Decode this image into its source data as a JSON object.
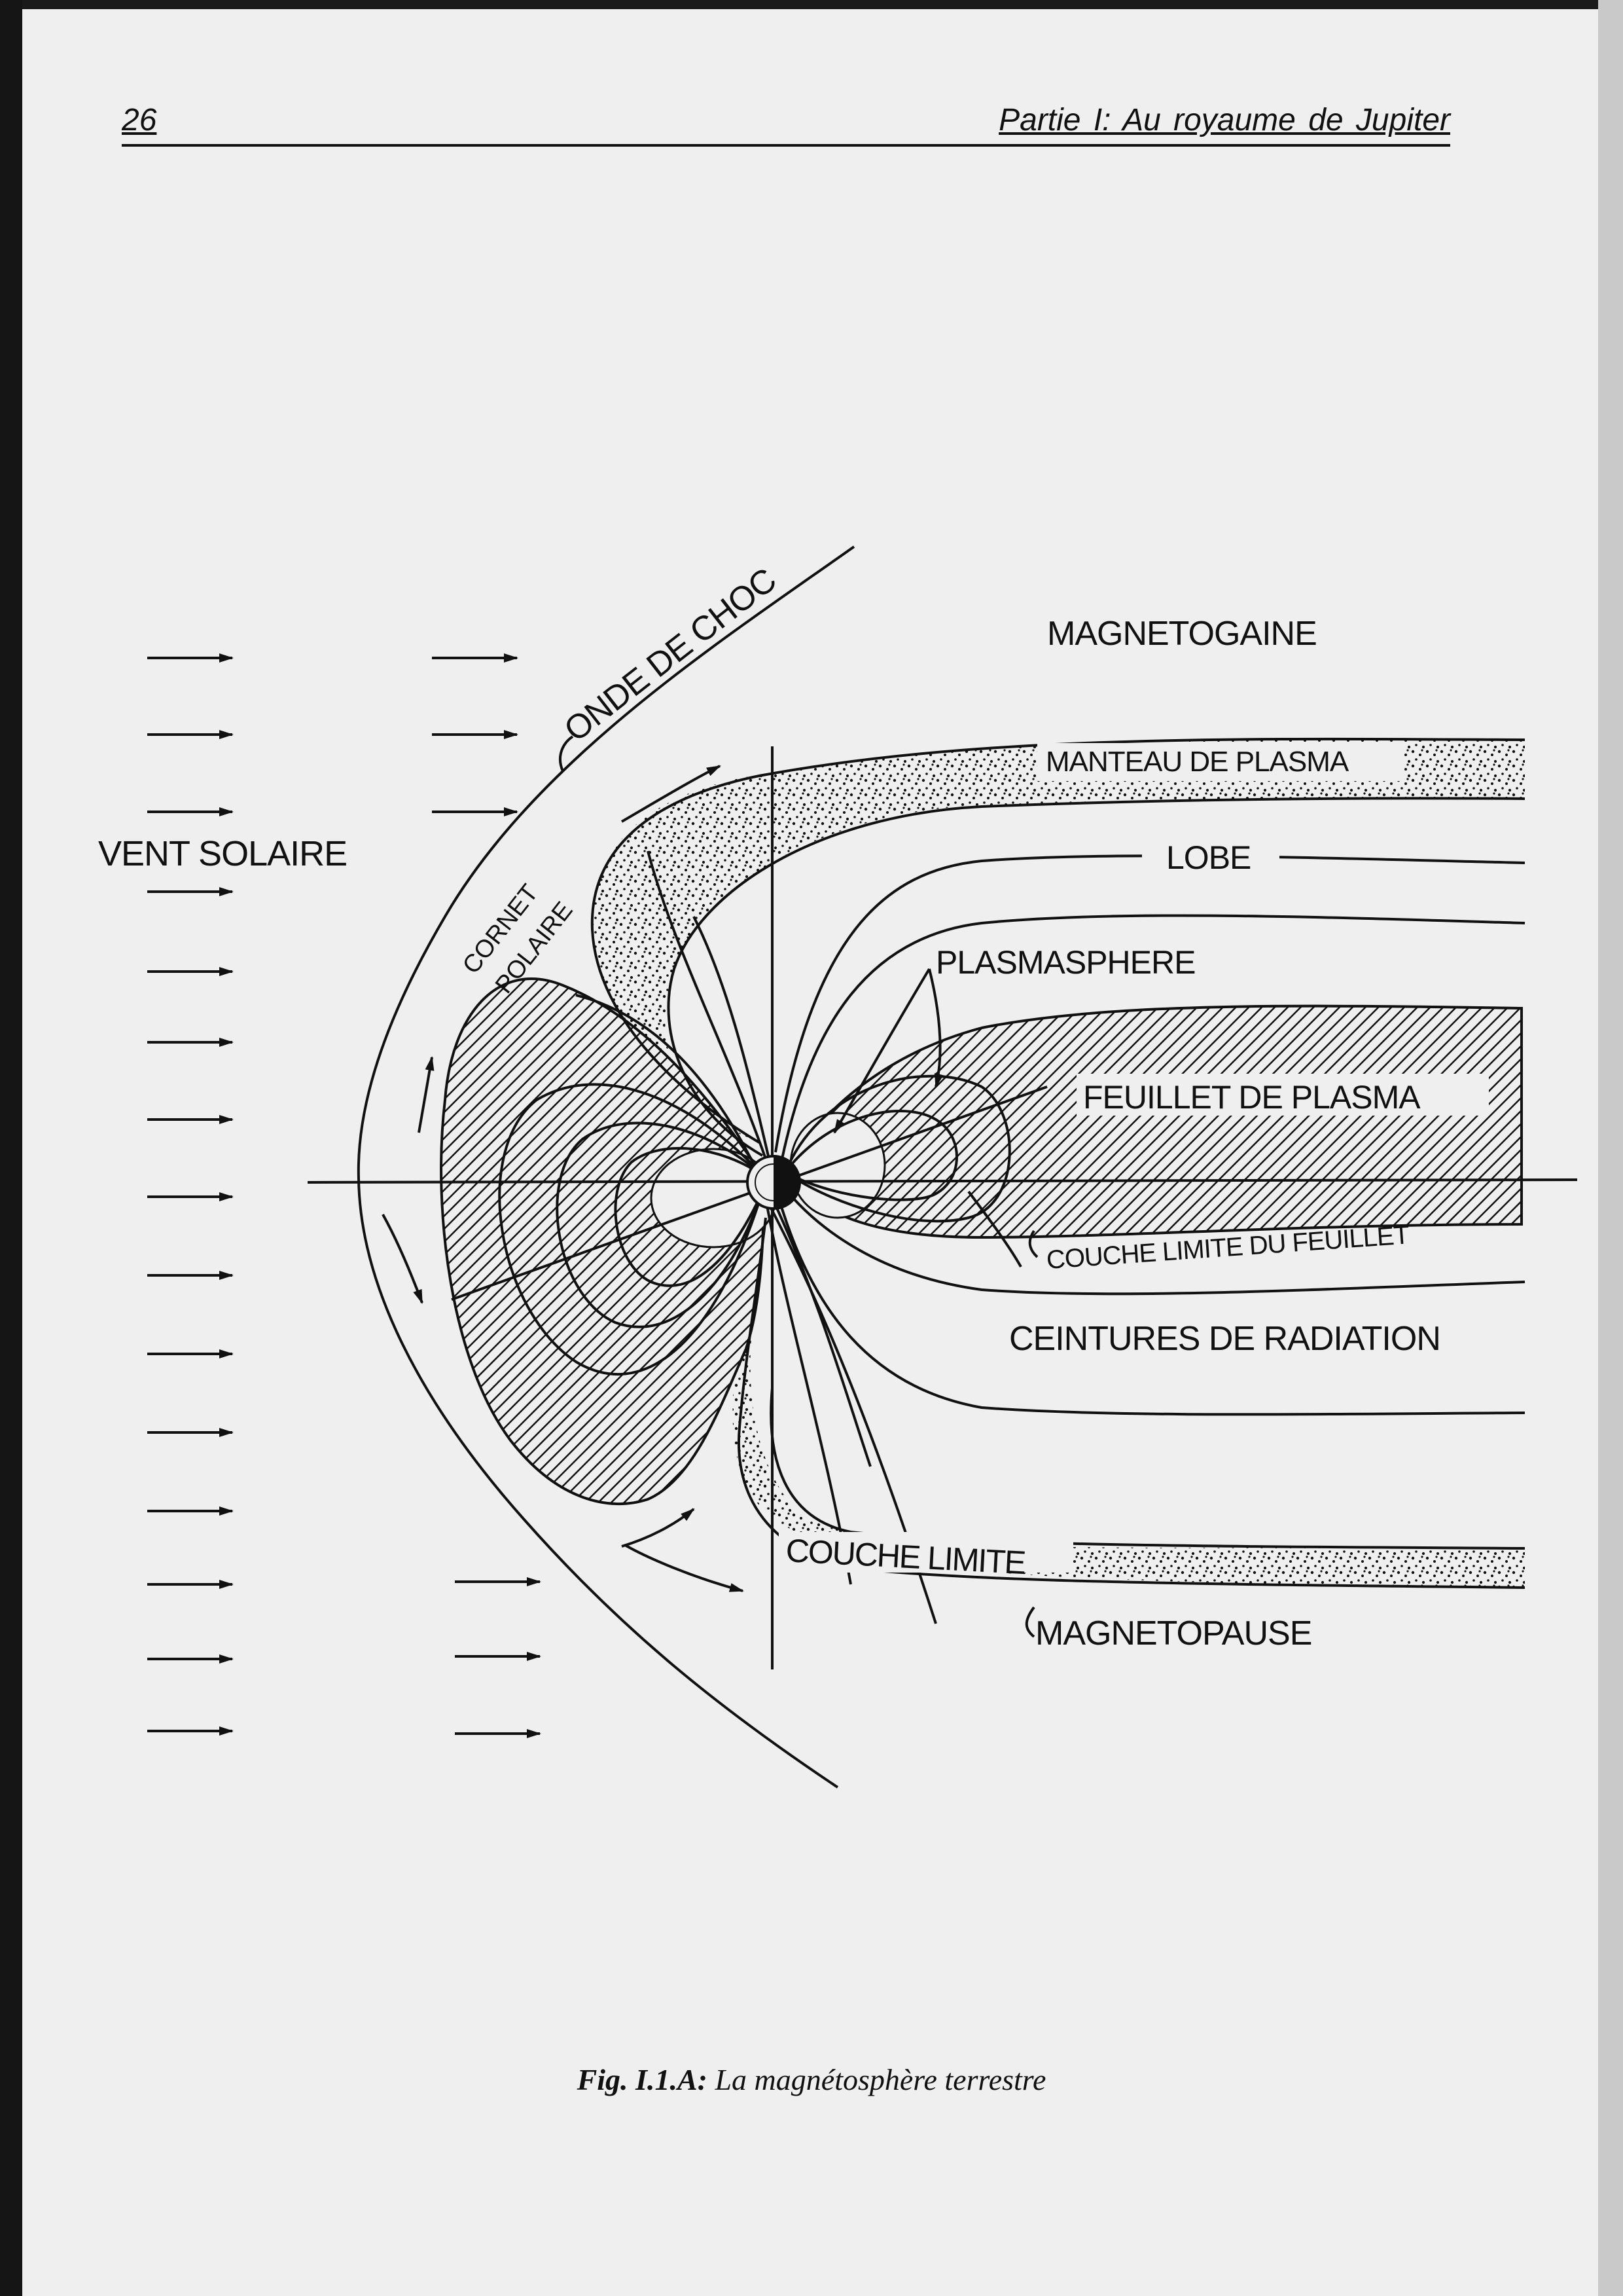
{
  "header": {
    "page_number": "26",
    "running_head": "Partie I: Au royaume de Jupiter"
  },
  "figure": {
    "labels": {
      "vent_solaire": "VENT SOLAIRE",
      "onde_de_choc": "ONDE DE CHOC",
      "magnetogaine": "MAGNETOGAINE",
      "manteau_de_plasma": "MANTEAU DE PLASMA",
      "lobe": "LOBE",
      "cornet_polaire_line1": "CORNET",
      "cornet_polaire_line2": "POLAIRE",
      "plasmasphere": "PLASMASPHERE",
      "feuillet_de_plasma": "FEUILLET DE PLASMA",
      "couche_limite_du_feuillet": "COUCHE LIMITE DU FEUILLET",
      "ceintures_de_radiation": "CEINTURES DE RADIATION",
      "couche_limite": "COUCHE LIMITE",
      "magnetopause": "MAGNETOPAUSE"
    }
  },
  "caption": {
    "label": "Fig. I.1.A:",
    "text": "La magnétosphère terrestre"
  },
  "colors": {
    "ink": "#111111",
    "paper": "#efefef"
  }
}
